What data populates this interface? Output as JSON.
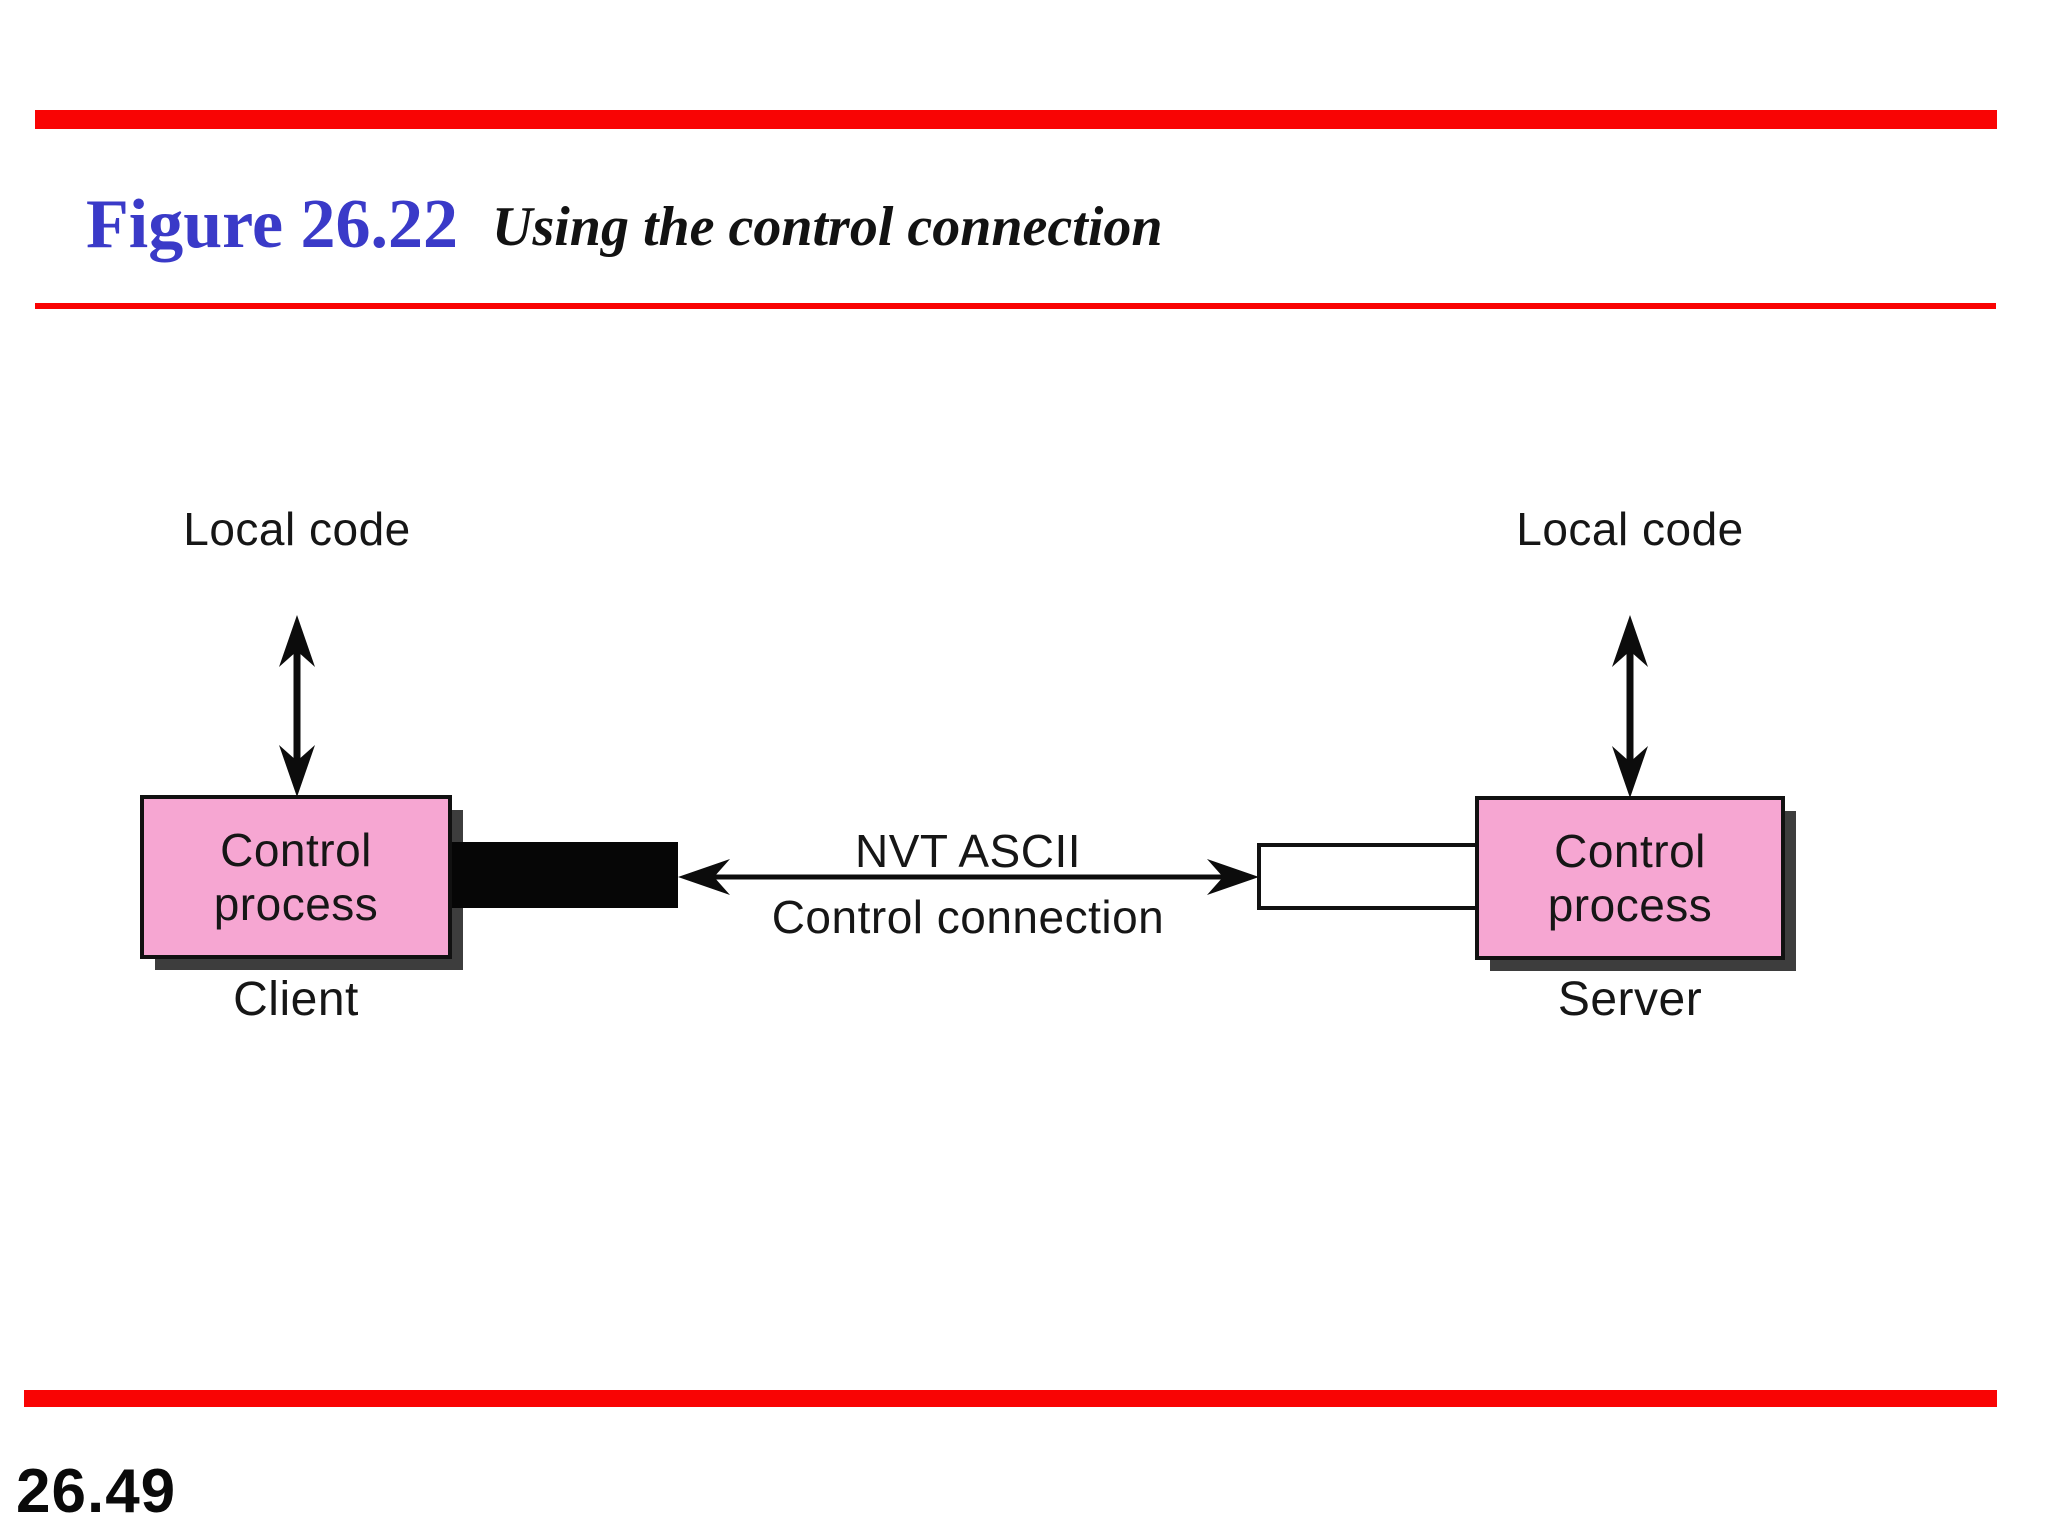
{
  "slide": {
    "figure_label": "Figure 26.22",
    "figure_title": "Using the control connection",
    "page_number": "26.49"
  },
  "diagram": {
    "client": {
      "local_code": "Local code",
      "box_label": "Control process",
      "node_label": "Client"
    },
    "server": {
      "local_code": "Local code",
      "box_label": "Control process",
      "node_label": "Server"
    },
    "connection": {
      "protocol_label": "NVT ASCII",
      "link_label": "Control connection"
    },
    "colors": {
      "accent_red": "#f90404",
      "title_blue": "#3a3ac8",
      "process_pink": "#f6a6d2",
      "shadow": "#3d3d3d",
      "ink": "#141414"
    }
  }
}
